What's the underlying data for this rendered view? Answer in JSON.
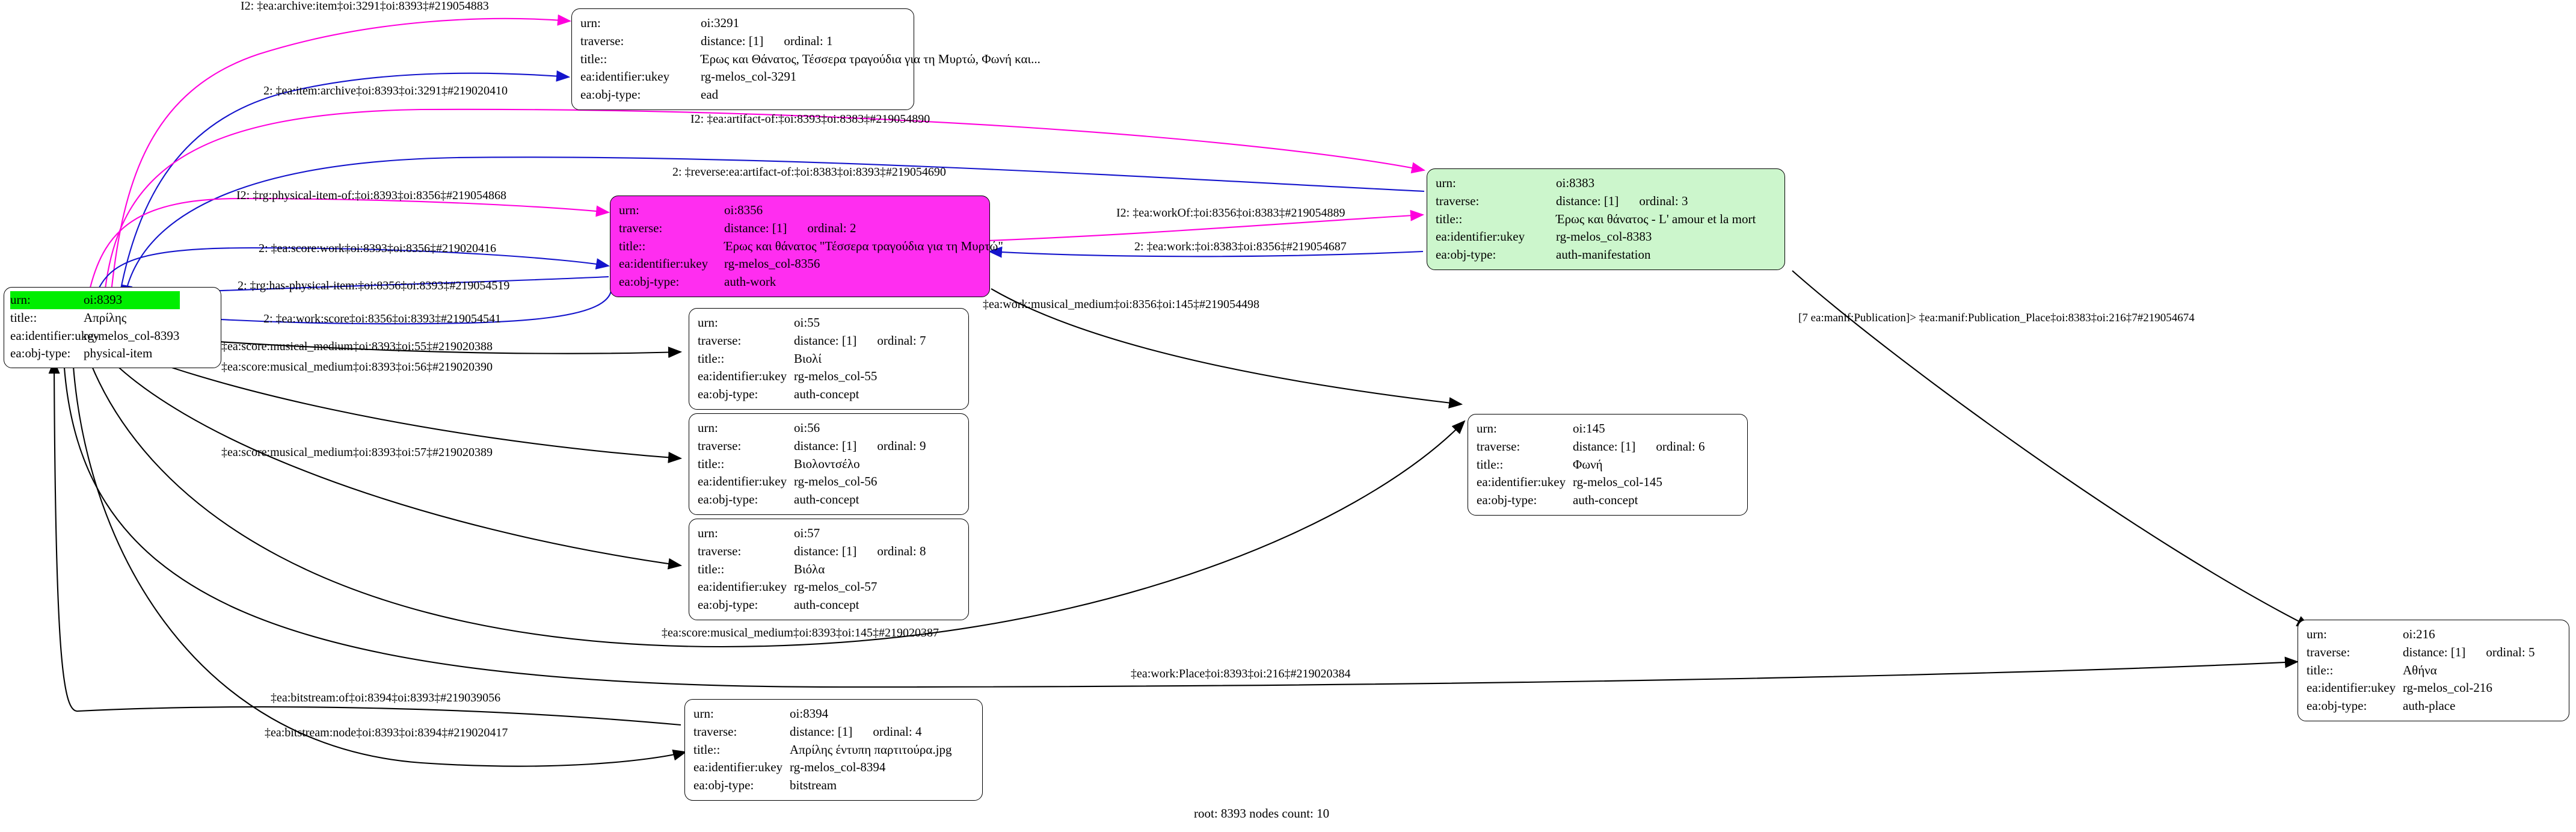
{
  "graph": {
    "footer": "root: 8393 nodes count: 10",
    "colors": {
      "edge_magenta": "#ff00dd",
      "edge_blue": "#1414cc",
      "edge_black": "#000000",
      "node_green": "#ccf6cc",
      "node_magenta": "#ff2df0",
      "root_highlight": "#00ee00"
    },
    "labels": {
      "urn": "urn:",
      "traverse": "traverse:",
      "title": "title::",
      "ukey": "ea:identifier:ukey",
      "objtype": "ea:obj-type:"
    }
  },
  "nodes": [
    {
      "id": "oi3291",
      "urn": "oi:3291",
      "traverse": "distance: [1]",
      "ordinal": "ordinal: 1",
      "title": "Έρως και Θάνατος, Τέσσερα τραγούδια για τη Μυρτώ, Φωνή και...",
      "ukey": "rg-melos_col-3291",
      "objtype": "ead",
      "fill": "white"
    },
    {
      "id": "oi8393",
      "urn": "oi:8393",
      "title": "Απρίλης",
      "ukey": "rg-melos_col-8393",
      "objtype": "physical-item",
      "fill": "root-green"
    },
    {
      "id": "oi8356",
      "urn": "oi:8356",
      "traverse": "distance: [1]",
      "ordinal": "ordinal: 2",
      "title": "Έρως και θάνατος \"Τέσσερα τραγούδια για τη Μυρτώ\"",
      "ukey": "rg-melos_col-8356",
      "objtype": "auth-work",
      "fill": "magenta"
    },
    {
      "id": "oi8383",
      "urn": "oi:8383",
      "traverse": "distance: [1]",
      "ordinal": "ordinal: 3",
      "title": "Έρως και θάνατος - L' amour et la mort",
      "ukey": "rg-melos_col-8383",
      "objtype": "auth-manifestation",
      "fill": "green"
    },
    {
      "id": "oi55",
      "urn": "oi:55",
      "traverse": "distance: [1]",
      "ordinal": "ordinal: 7",
      "title": "Βιολί",
      "ukey": "rg-melos_col-55",
      "objtype": "auth-concept",
      "fill": "white"
    },
    {
      "id": "oi56",
      "urn": "oi:56",
      "traverse": "distance: [1]",
      "ordinal": "ordinal: 9",
      "title": "Βιολοντσέλο",
      "ukey": "rg-melos_col-56",
      "objtype": "auth-concept",
      "fill": "white"
    },
    {
      "id": "oi57",
      "urn": "oi:57",
      "traverse": "distance: [1]",
      "ordinal": "ordinal: 8",
      "title": "Βιόλα",
      "ukey": "rg-melos_col-57",
      "objtype": "auth-concept",
      "fill": "white"
    },
    {
      "id": "oi145",
      "urn": "oi:145",
      "traverse": "distance: [1]",
      "ordinal": "ordinal: 6",
      "title": "Φωνή",
      "ukey": "rg-melos_col-145",
      "objtype": "auth-concept",
      "fill": "white"
    },
    {
      "id": "oi8394",
      "urn": "oi:8394",
      "traverse": "distance: [1]",
      "ordinal": "ordinal: 4",
      "title": "Απρίλης έντυπη παρτιτούρα.jpg",
      "ukey": "rg-melos_col-8394",
      "objtype": "bitstream",
      "fill": "white"
    },
    {
      "id": "oi216",
      "urn": "oi:216",
      "traverse": "distance: [1]",
      "ordinal": "ordinal: 5",
      "title": "Αθήνα",
      "ukey": "rg-melos_col-216",
      "objtype": "auth-place",
      "fill": "white"
    }
  ],
  "edges": [
    {
      "id": "e1",
      "label": "I2: ‡ea:archive:item‡oi:3291‡oi:8393‡#219054883",
      "color": "magenta"
    },
    {
      "id": "e2",
      "label": "2: ‡ea:item:archive‡oi:8393‡oi:3291‡#219020410",
      "color": "blue"
    },
    {
      "id": "e3",
      "label": "I2: ‡ea:artifact-of:‡oi:8393‡oi:8383‡#219054890",
      "color": "magenta"
    },
    {
      "id": "e4",
      "label": "2: ‡reverse:ea:artifact-of:‡oi:8383‡oi:8393‡#219054690",
      "color": "blue"
    },
    {
      "id": "e5",
      "label": "I2: ‡rg:physical-item-of:‡oi:8393‡oi:8356‡#219054868",
      "color": "magenta"
    },
    {
      "id": "e6",
      "label": "2: ‡ea:score:work‡oi:8393‡oi:8356‡#219020416",
      "color": "blue"
    },
    {
      "id": "e7",
      "label": "2: ‡rg:has-physical-item:‡oi:8356‡oi:8393‡#219054519",
      "color": "blue"
    },
    {
      "id": "e8",
      "label": "2: ‡ea:work:score‡oi:8356‡oi:8393‡#219054541",
      "color": "blue"
    },
    {
      "id": "e9",
      "label": "I2: ‡ea:workOf:‡oi:8356‡oi:8383‡#219054889",
      "color": "magenta"
    },
    {
      "id": "e10",
      "label": "2: ‡ea:work:‡oi:8383‡oi:8356‡#219054687",
      "color": "blue"
    },
    {
      "id": "e11",
      "label": "‡ea:score:musical_medium‡oi:8393‡oi:55‡#219020388",
      "color": "black"
    },
    {
      "id": "e12",
      "label": "‡ea:score:musical_medium‡oi:8393‡oi:56‡#219020390",
      "color": "black"
    },
    {
      "id": "e13",
      "label": "‡ea:score:musical_medium‡oi:8393‡oi:57‡#219020389",
      "color": "black"
    },
    {
      "id": "e14",
      "label": "‡ea:score:musical_medium‡oi:8393‡oi:145‡#219020387",
      "color": "black"
    },
    {
      "id": "e15",
      "label": "‡ea:work:musical_medium‡oi:8356‡oi:145‡#219054498",
      "color": "black"
    },
    {
      "id": "e16",
      "label": "‡ea:bitstream:of‡oi:8394‡oi:8393‡#219039056",
      "color": "black"
    },
    {
      "id": "e17",
      "label": "‡ea:bitstream:node‡oi:8393‡oi:8394‡#219020417",
      "color": "black"
    },
    {
      "id": "e18",
      "label": "‡ea:work:Place‡oi:8393‡oi:216‡#219020384",
      "color": "black"
    },
    {
      "id": "e19",
      "label": "[7 ea:manif:Publication]> ‡ea:manif:Publication_Place‡oi:8383‡oi:216‡7#219054674",
      "color": "black"
    }
  ]
}
